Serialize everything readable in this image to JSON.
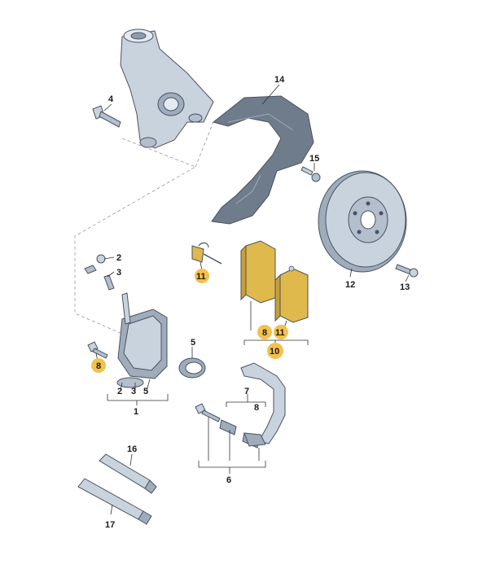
{
  "callouts": {
    "c1": "1",
    "c2a": "2",
    "c2b": "2",
    "c3a": "3",
    "c3b": "3",
    "c4": "4",
    "c5a": "5",
    "c5b": "5",
    "c6": "6",
    "c7": "7",
    "c8a": "8",
    "c8b": "8",
    "c8c": "8",
    "c10": "10",
    "c11a": "11",
    "c11b": "11",
    "c12": "12",
    "c13": "13",
    "c14": "14",
    "c15": "15",
    "c16": "16",
    "c17": "17"
  },
  "colors": {
    "part_fill": "#c9d3de",
    "part_shade": "#9eacbc",
    "part_stroke": "#4a5260",
    "highlight_fill": "#f2c14e",
    "pad_fill": "#e0b94c",
    "shield_fill": "#6f7c8c"
  }
}
